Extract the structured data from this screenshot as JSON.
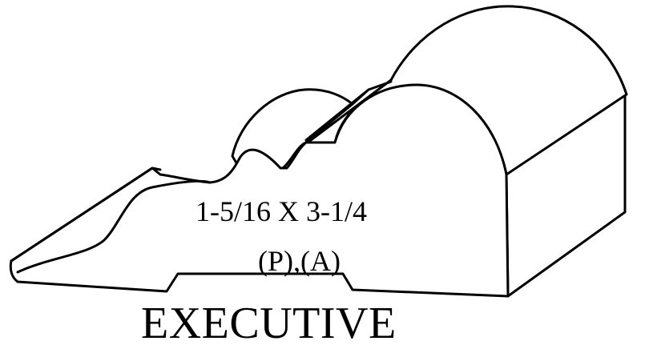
{
  "profile": {
    "dimensions": "1-5/16 X 3-1/4",
    "codes": "(P),(A)",
    "name": "EXECUTIVE"
  }
}
